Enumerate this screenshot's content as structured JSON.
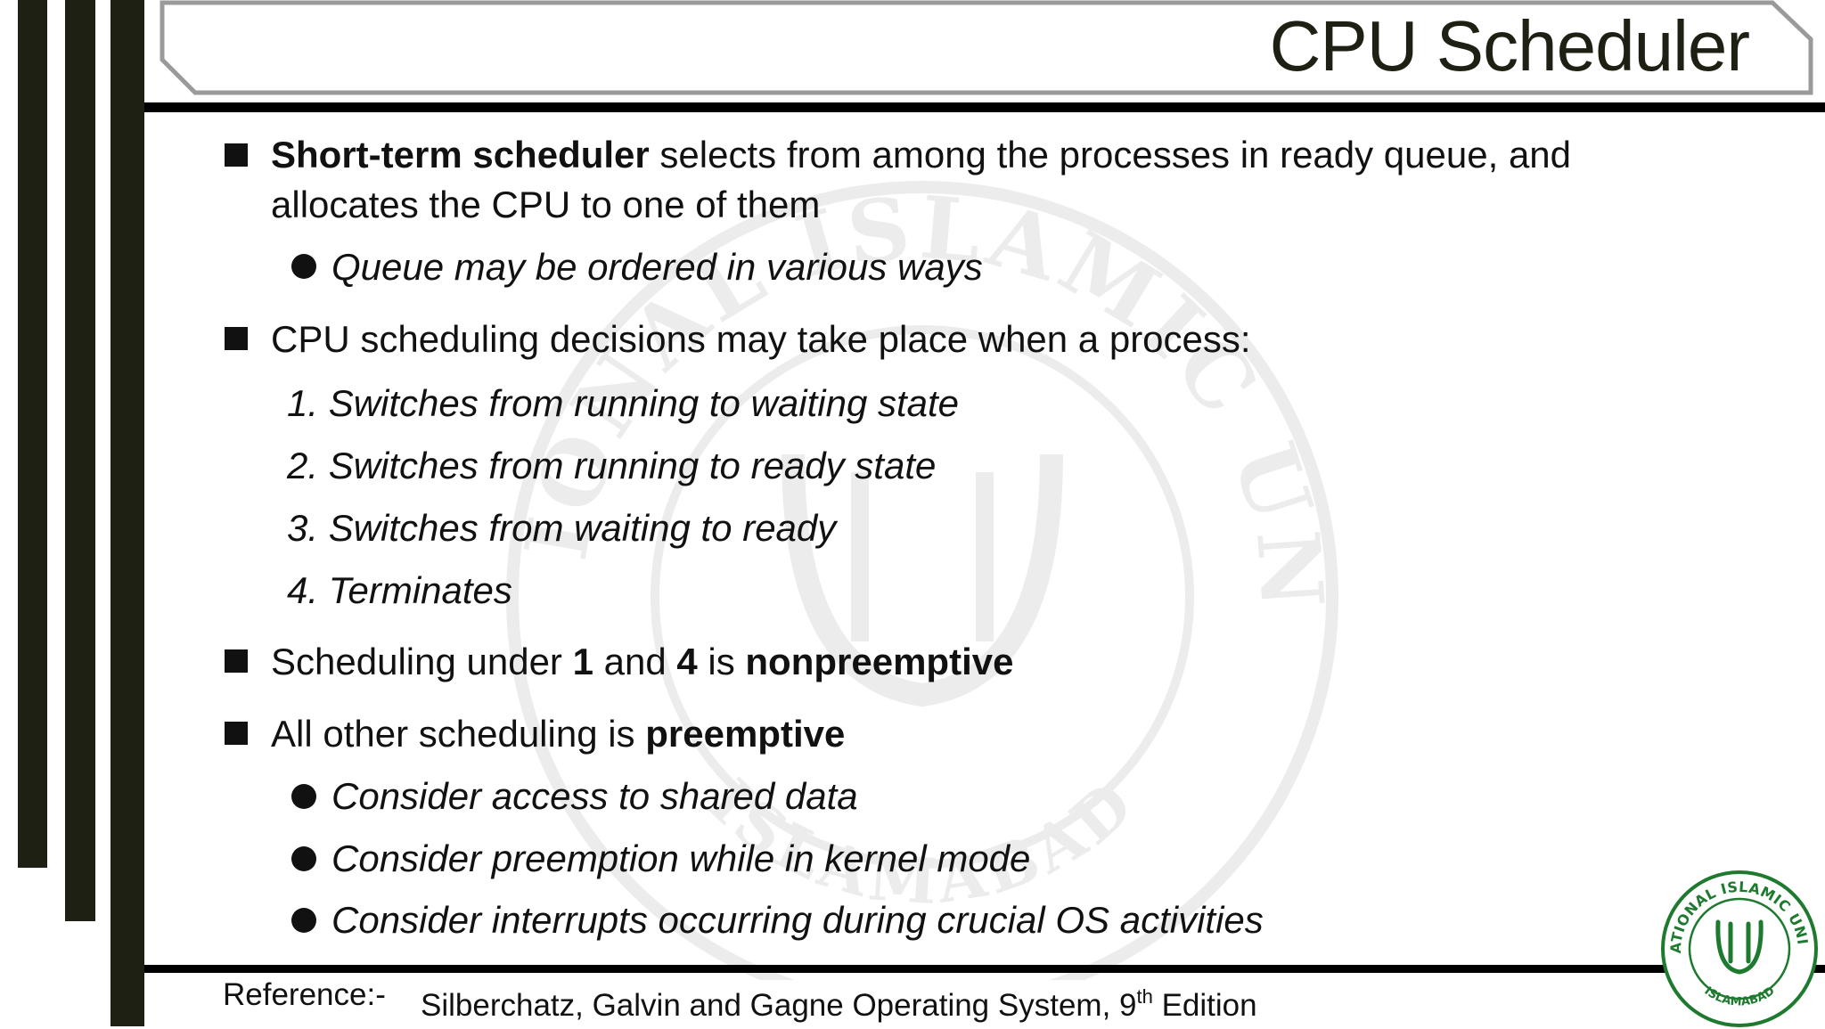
{
  "slide": {
    "title": "CPU Scheduler"
  },
  "bullets": {
    "b1_bold": "Short-term scheduler",
    "b1_rest": " selects from among the processes in ready queue, and",
    "b1_line2": "allocates the CPU to one of them",
    "b1_sub1": "Queue may be ordered in various ways",
    "b2": "CPU scheduling decisions may take place when a process:",
    "b2_items": [
      {
        "num": "1.",
        "text": "Switches from running to waiting state"
      },
      {
        "num": "2.",
        "text": "Switches from running to ready state"
      },
      {
        "num": "3.",
        "text": "Switches from waiting to ready"
      },
      {
        "num": "4.",
        "text": "Terminates"
      }
    ],
    "b3_a": "Scheduling under ",
    "b3_n1": "1",
    "b3_b": " and ",
    "b3_n4": "4",
    "b3_c": " is ",
    "b3_bold": "nonpreemptive",
    "b4_a": "All other scheduling is ",
    "b4_bold": "preemptive",
    "b4_subs": [
      "Consider access to shared data",
      "Consider preemption while in kernel mode",
      "Consider interrupts occurring during crucial OS activities"
    ]
  },
  "footer": {
    "ref_label": "Reference:-",
    "ref_text": "Silberchatz, Galvin and Gagne Operating System, 9",
    "ref_sup": "th",
    "ref_tail": " Edition"
  },
  "logo": {
    "top_text": "INTERNATIONAL ISLAMIC UNIVERSITY",
    "bottom_text": "ISLAMABAD",
    "color": "#1e7a2e"
  },
  "watermark": {
    "text": "INTERNATIONAL ISLAMIC UNIVERSITY",
    "bottom_text": "ISLAMABAD"
  },
  "colors": {
    "bars": "#1f2014",
    "title": "#1f2014",
    "frame": "#9a9a9a"
  }
}
